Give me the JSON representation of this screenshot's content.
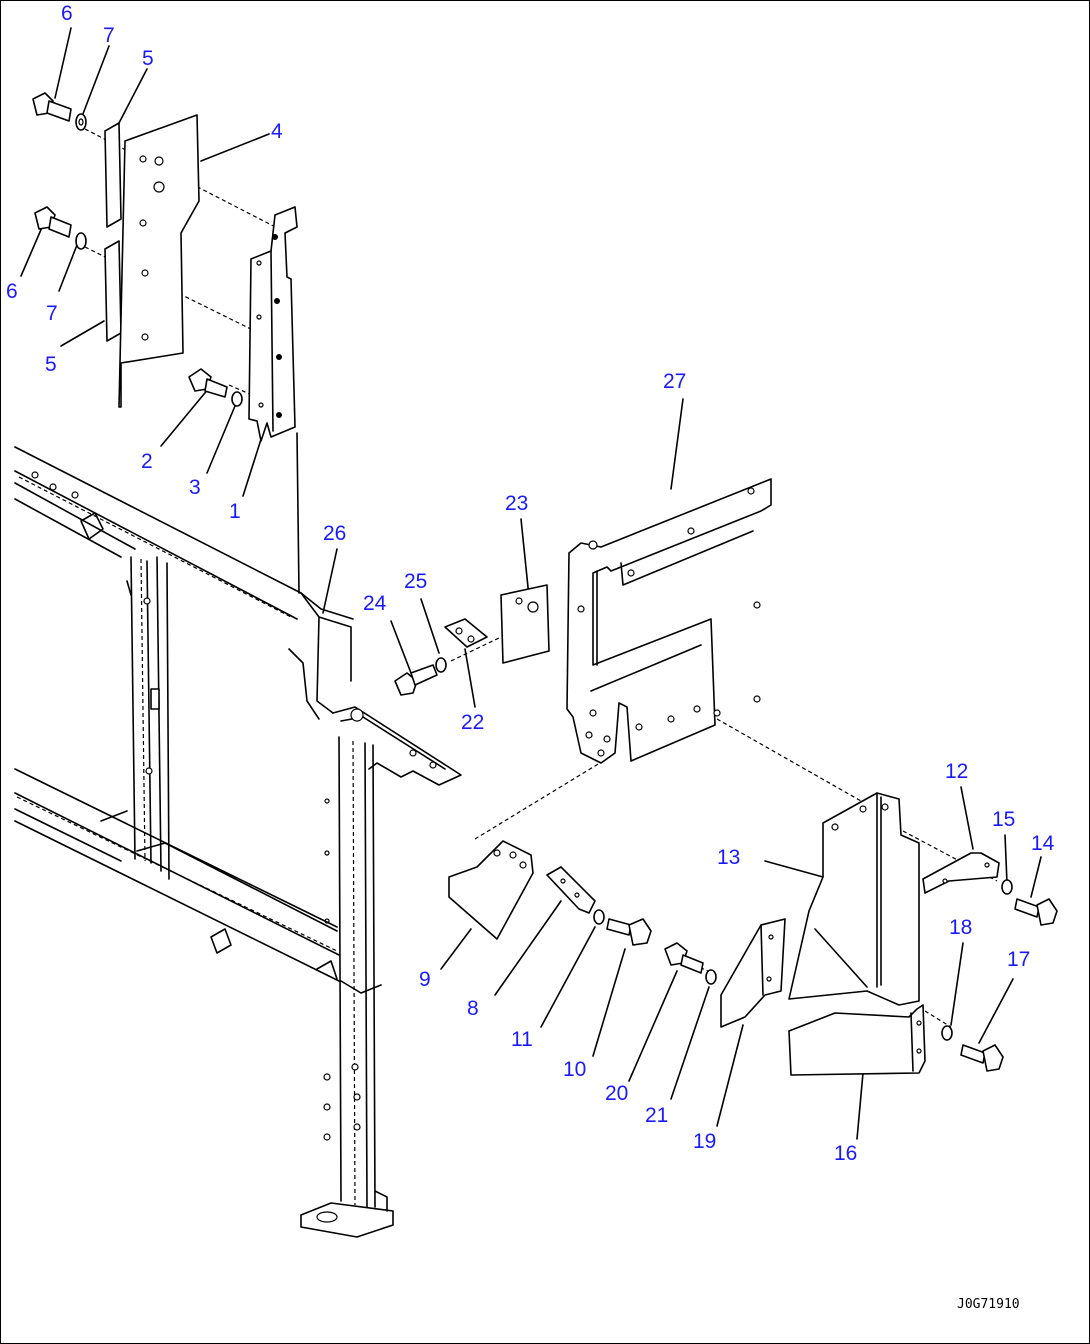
{
  "diagram": {
    "drawing_code": "J0G71910",
    "callouts": [
      {
        "id": "c6a",
        "label": "6"
      },
      {
        "id": "c7a",
        "label": "7"
      },
      {
        "id": "c5a",
        "label": "5"
      },
      {
        "id": "c4",
        "label": "4"
      },
      {
        "id": "c6b",
        "label": "6"
      },
      {
        "id": "c7b",
        "label": "7"
      },
      {
        "id": "c5b",
        "label": "5"
      },
      {
        "id": "c2",
        "label": "2"
      },
      {
        "id": "c3",
        "label": "3"
      },
      {
        "id": "c1",
        "label": "1"
      },
      {
        "id": "c26",
        "label": "26"
      },
      {
        "id": "c27",
        "label": "27"
      },
      {
        "id": "c23",
        "label": "23"
      },
      {
        "id": "c24",
        "label": "24"
      },
      {
        "id": "c25",
        "label": "25"
      },
      {
        "id": "c22",
        "label": "22"
      },
      {
        "id": "c12",
        "label": "12"
      },
      {
        "id": "c15",
        "label": "15"
      },
      {
        "id": "c14",
        "label": "14"
      },
      {
        "id": "c13",
        "label": "13"
      },
      {
        "id": "c18",
        "label": "18"
      },
      {
        "id": "c17",
        "label": "17"
      },
      {
        "id": "c9",
        "label": "9"
      },
      {
        "id": "c8",
        "label": "8"
      },
      {
        "id": "c11",
        "label": "11"
      },
      {
        "id": "c10",
        "label": "10"
      },
      {
        "id": "c20",
        "label": "20"
      },
      {
        "id": "c21",
        "label": "21"
      },
      {
        "id": "c19",
        "label": "19"
      },
      {
        "id": "c16",
        "label": "16"
      }
    ]
  }
}
